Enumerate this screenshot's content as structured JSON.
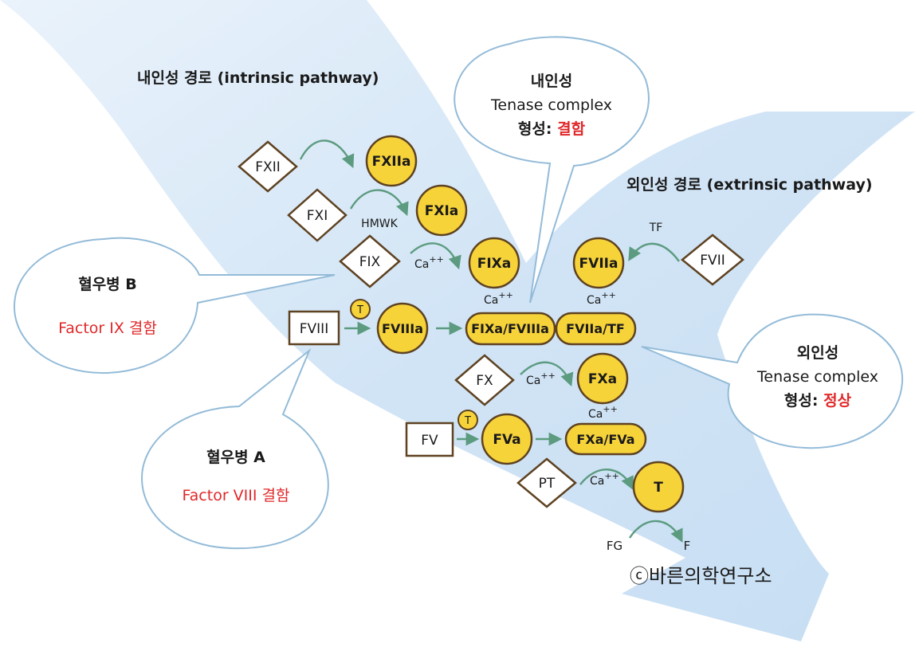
{
  "pathways": {
    "intrinsic": "내인성 경로 (intrinsic pathway)",
    "extrinsic": "외인성 경로 (extrinsic pathway)"
  },
  "callouts": {
    "intrinsic_tenase": {
      "line1": "내인성",
      "line2": "Tenase complex",
      "line3_prefix": "형성: ",
      "line3_status": "결함"
    },
    "extrinsic_tenase": {
      "line1": "외인성",
      "line2": "Tenase complex",
      "line3_prefix": "형성: ",
      "line3_status": "정상"
    },
    "hemophilia_b": {
      "title": "혈우병 B",
      "subtitle": "Factor IX 결함"
    },
    "hemophilia_a": {
      "title": "혈우병 A",
      "subtitle": "Factor VIII 결함"
    }
  },
  "factors": {
    "fxii": "FXII",
    "fxiia": "FXIIa",
    "fxi": "FXI",
    "fxia": "FXIa",
    "fix": "FIX",
    "fixa": "FIXa",
    "fviii": "FVIII",
    "fviiia": "FVIIIa",
    "fixa_fviiia": "FIXa/FVIIIa",
    "fviia_tf": "FVIIa/TF",
    "fviia": "FVIIa",
    "fvii": "FVII",
    "fx": "FX",
    "fxa": "FXa",
    "fv": "FV",
    "fva": "FVa",
    "fxa_fva": "FXa/FVa",
    "pt": "PT",
    "t": "T",
    "fg": "FG",
    "f": "F"
  },
  "cofactors": {
    "hmwk": "HMWK",
    "tf": "TF",
    "ca": "Ca",
    "ca_sup": "++",
    "thrombin_badge": "T"
  },
  "copyright": "ⓒ바른의학연구소",
  "colors": {
    "flow": "#d3e5f5",
    "outline": "#5e4221",
    "factor_fill": "#f7d33a",
    "arrow": "#5c9b80",
    "bubble_stroke": "#93bbd8",
    "red": "#e0282a"
  }
}
